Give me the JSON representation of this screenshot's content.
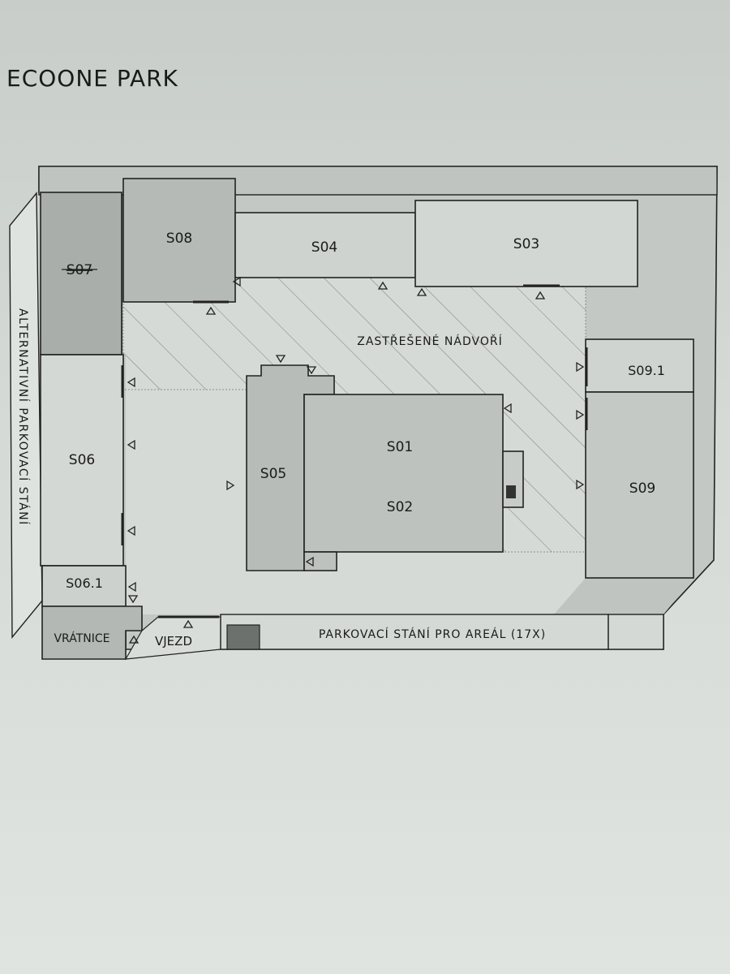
{
  "title": "ECOONE PARK",
  "units": {
    "s01": "S01",
    "s02": "S02",
    "s03": "S03",
    "s04": "S04",
    "s05": "S05",
    "s06": "S06",
    "s06_1": "S06.1",
    "s07": "S07",
    "s08": "S08",
    "s09": "S09",
    "s09_1": "S09.1"
  },
  "areas": {
    "courtyard": "ZASTŘEŠENÉ NÁDVOŘÍ",
    "alt_parking": "ALTERNATIVNÍ PARKOVACÍ STÁNÍ",
    "parking": "PARKOVACÍ STÁNÍ PRO AREÁL (17X)",
    "gatehouse": "VRÁTNICE",
    "entrance": "VJEZD"
  },
  "colors": {
    "building_dark": "#a9aeab",
    "building": "#b8bdb9",
    "building_light": "#c9cec9",
    "stroke": "#222222"
  }
}
